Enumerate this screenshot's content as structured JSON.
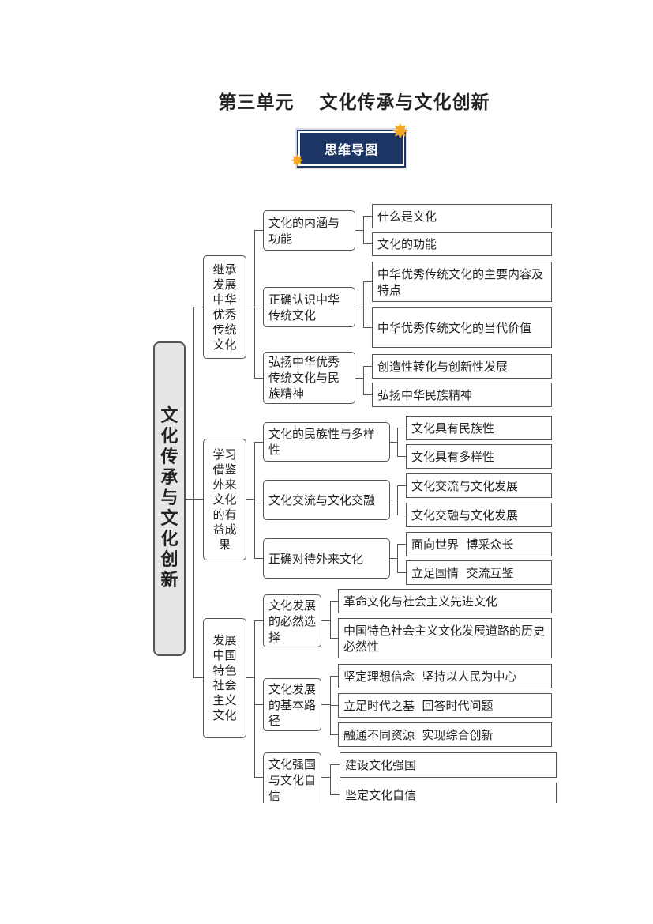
{
  "title": {
    "unit": "第三单元",
    "name": "文化传承与文化创新"
  },
  "badge": {
    "label": "思维导图"
  },
  "mindmap": {
    "root": "文化传承与文化创新",
    "branches": [
      {
        "label": "继承发展中华优秀传统文化",
        "children": [
          {
            "label": "文化的内涵与功能",
            "items": [
              "什么是文化",
              "文化的功能"
            ]
          },
          {
            "label": "正确认识中华传统文化",
            "items": [
              "中华优秀传统文化的主要内容及特点",
              "中华优秀传统文化的当代价值"
            ]
          },
          {
            "label": "弘扬中华优秀传统文化与民族精神",
            "items": [
              "创造性转化与创新性发展",
              "弘扬中华民族精神"
            ]
          }
        ]
      },
      {
        "label": "学习借鉴外来文化的有益成果",
        "children": [
          {
            "label": "文化的民族性与多样性",
            "items": [
              "文化具有民族性",
              "文化具有多样性"
            ]
          },
          {
            "label": "文化交流与文化交融",
            "items": [
              "文化交流与文化发展",
              "文化交融与文化发展"
            ]
          },
          {
            "label": "正确对待外来文化",
            "items": [
              "面向世界  博采众长",
              "立足国情  交流互鉴"
            ]
          }
        ]
      },
      {
        "label": "发展中国特色社会主义文化",
        "children": [
          {
            "label": "文化发展的必然选择",
            "items": [
              "革命文化与社会主义先进文化",
              "中国特色社会主义文化发展道路的历史必然性"
            ]
          },
          {
            "label": "文化发展的基本路径",
            "items": [
              "坚定理想信念  坚持以人民为中心",
              "立足时代之基  回答时代问题",
              "融通不同资源  实现综合创新"
            ]
          },
          {
            "label": "文化强国与文化自信",
            "items": [
              "建设文化强国",
              "坚定文化自信"
            ]
          }
        ]
      }
    ]
  }
}
